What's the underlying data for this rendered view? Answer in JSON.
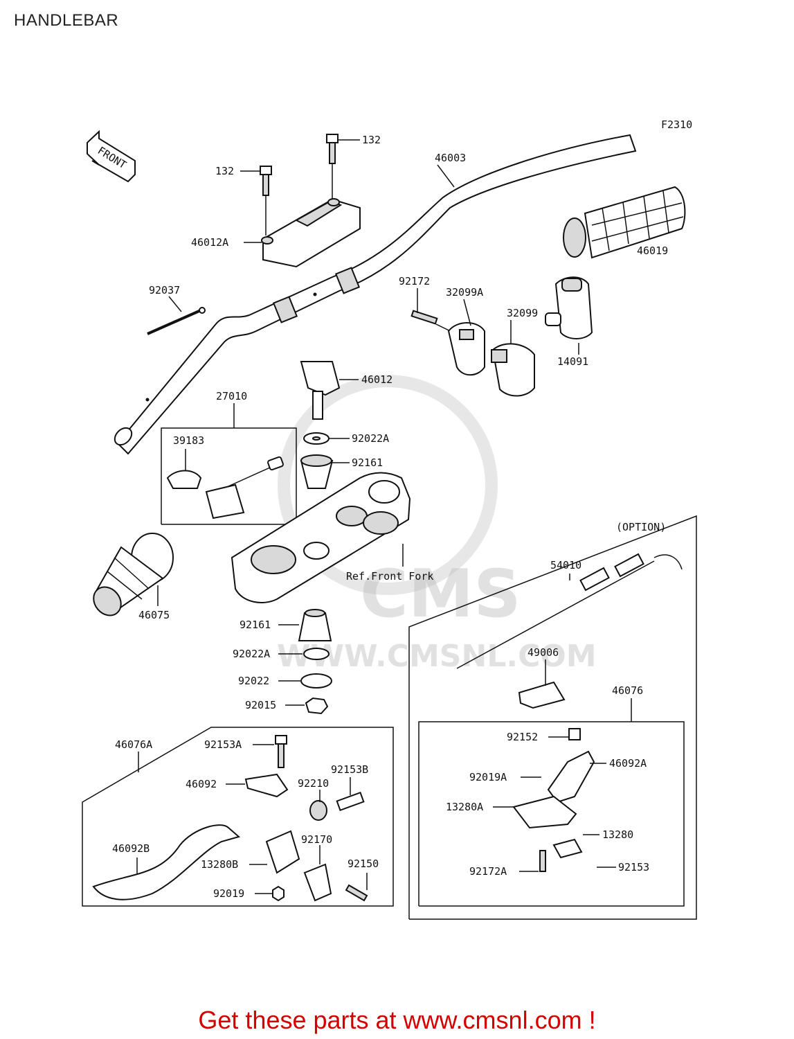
{
  "page": {
    "title": "HANDLEBAR"
  },
  "figure": {
    "code": "F2310",
    "front_label": "FRONT",
    "option_label": "(OPTION)",
    "ref_label": "Ref.Front Fork"
  },
  "watermark": {
    "logo": "CMS",
    "url": "WWW.CMSNL.COM"
  },
  "parts": {
    "p132a": "132",
    "p132b": "132",
    "p46003": "46003",
    "p46012A": "46012A",
    "p46019": "46019",
    "p92037": "92037",
    "p92172": "92172",
    "p32099A": "32099A",
    "p32099": "32099",
    "p14091": "14091",
    "p46012": "46012",
    "p27010": "27010",
    "p39183": "39183",
    "p92022A": "92022A",
    "p92161": "92161",
    "p46075": "46075",
    "p92161b": "92161",
    "p92022Ab": "92022A",
    "p92022": "92022",
    "p92015": "92015",
    "p54010": "54010",
    "p49006": "49006",
    "p46076": "46076",
    "p46076A": "46076A",
    "p92153A": "92153A",
    "p46092": "46092",
    "p92210": "92210",
    "p92153B": "92153B",
    "p46092B": "46092B",
    "p92170": "92170",
    "p13280B": "13280B",
    "p92150": "92150",
    "p92019": "92019",
    "p92152": "92152",
    "p46092A": "46092A",
    "p92019A": "92019A",
    "p13280A": "13280A",
    "p13280": "13280",
    "p92172A": "92172A",
    "p92153": "92153"
  },
  "footer": {
    "text": "Get these parts at www.cmsnl.com !"
  }
}
